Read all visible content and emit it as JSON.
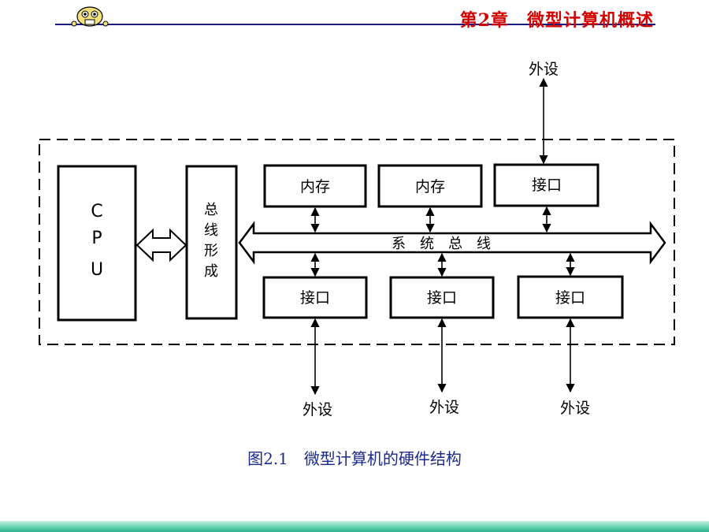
{
  "header": {
    "chapter_title": "第2章　微型计算机概述",
    "title_color": "#d40000",
    "mascot_icon": "smiley-mascot-icon"
  },
  "diagram": {
    "cpu_letters": [
      "C",
      "P",
      "U"
    ],
    "bus_former_chars": [
      "总",
      "线",
      "形",
      "成"
    ],
    "memory_1": "内存",
    "memory_2": "内存",
    "interface_top": "接口",
    "system_bus": "系　统　总　线",
    "interface_bottom": [
      "接口",
      "接口",
      "接口"
    ],
    "peripheral_top": "外设",
    "peripherals_bottom": [
      "外设",
      "外设",
      "外设"
    ]
  },
  "caption": "图2.1　微型计算机的硬件结构"
}
